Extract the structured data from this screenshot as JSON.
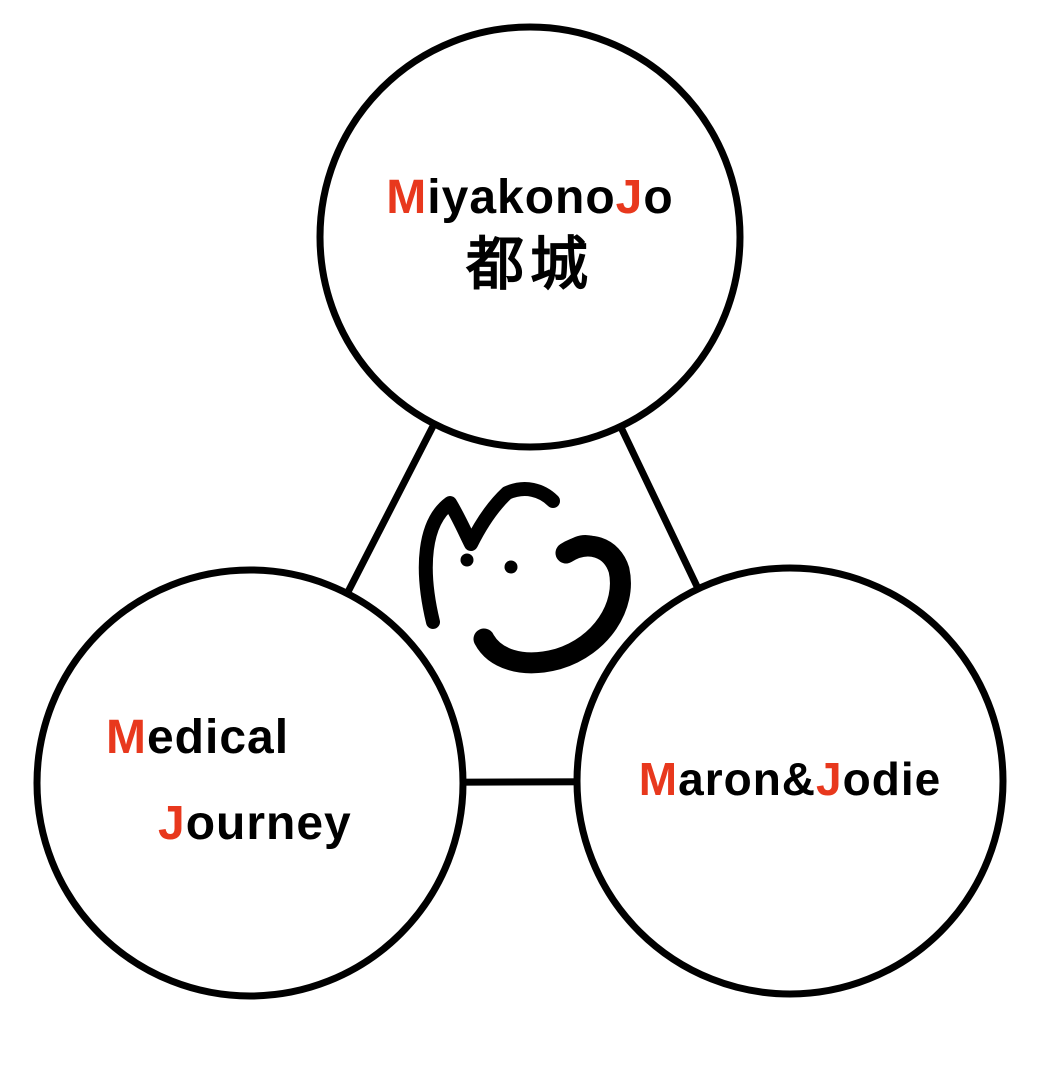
{
  "colors": {
    "accent_red": "#e8381d",
    "ink": "#000000",
    "bg": "#ffffff"
  },
  "diagram": {
    "type": "logo-relationship-diagram",
    "center_icon": "mj-mascot-cat-face-logo"
  },
  "circles": {
    "top": {
      "en": [
        "M",
        "iyakono",
        "J",
        "o"
      ],
      "jp": "都城"
    },
    "left": {
      "line1": [
        "M",
        "edical"
      ],
      "line2": [
        "J",
        "ourney"
      ]
    },
    "right": {
      "name": [
        "M",
        "aron&",
        "J",
        "odie"
      ]
    }
  }
}
